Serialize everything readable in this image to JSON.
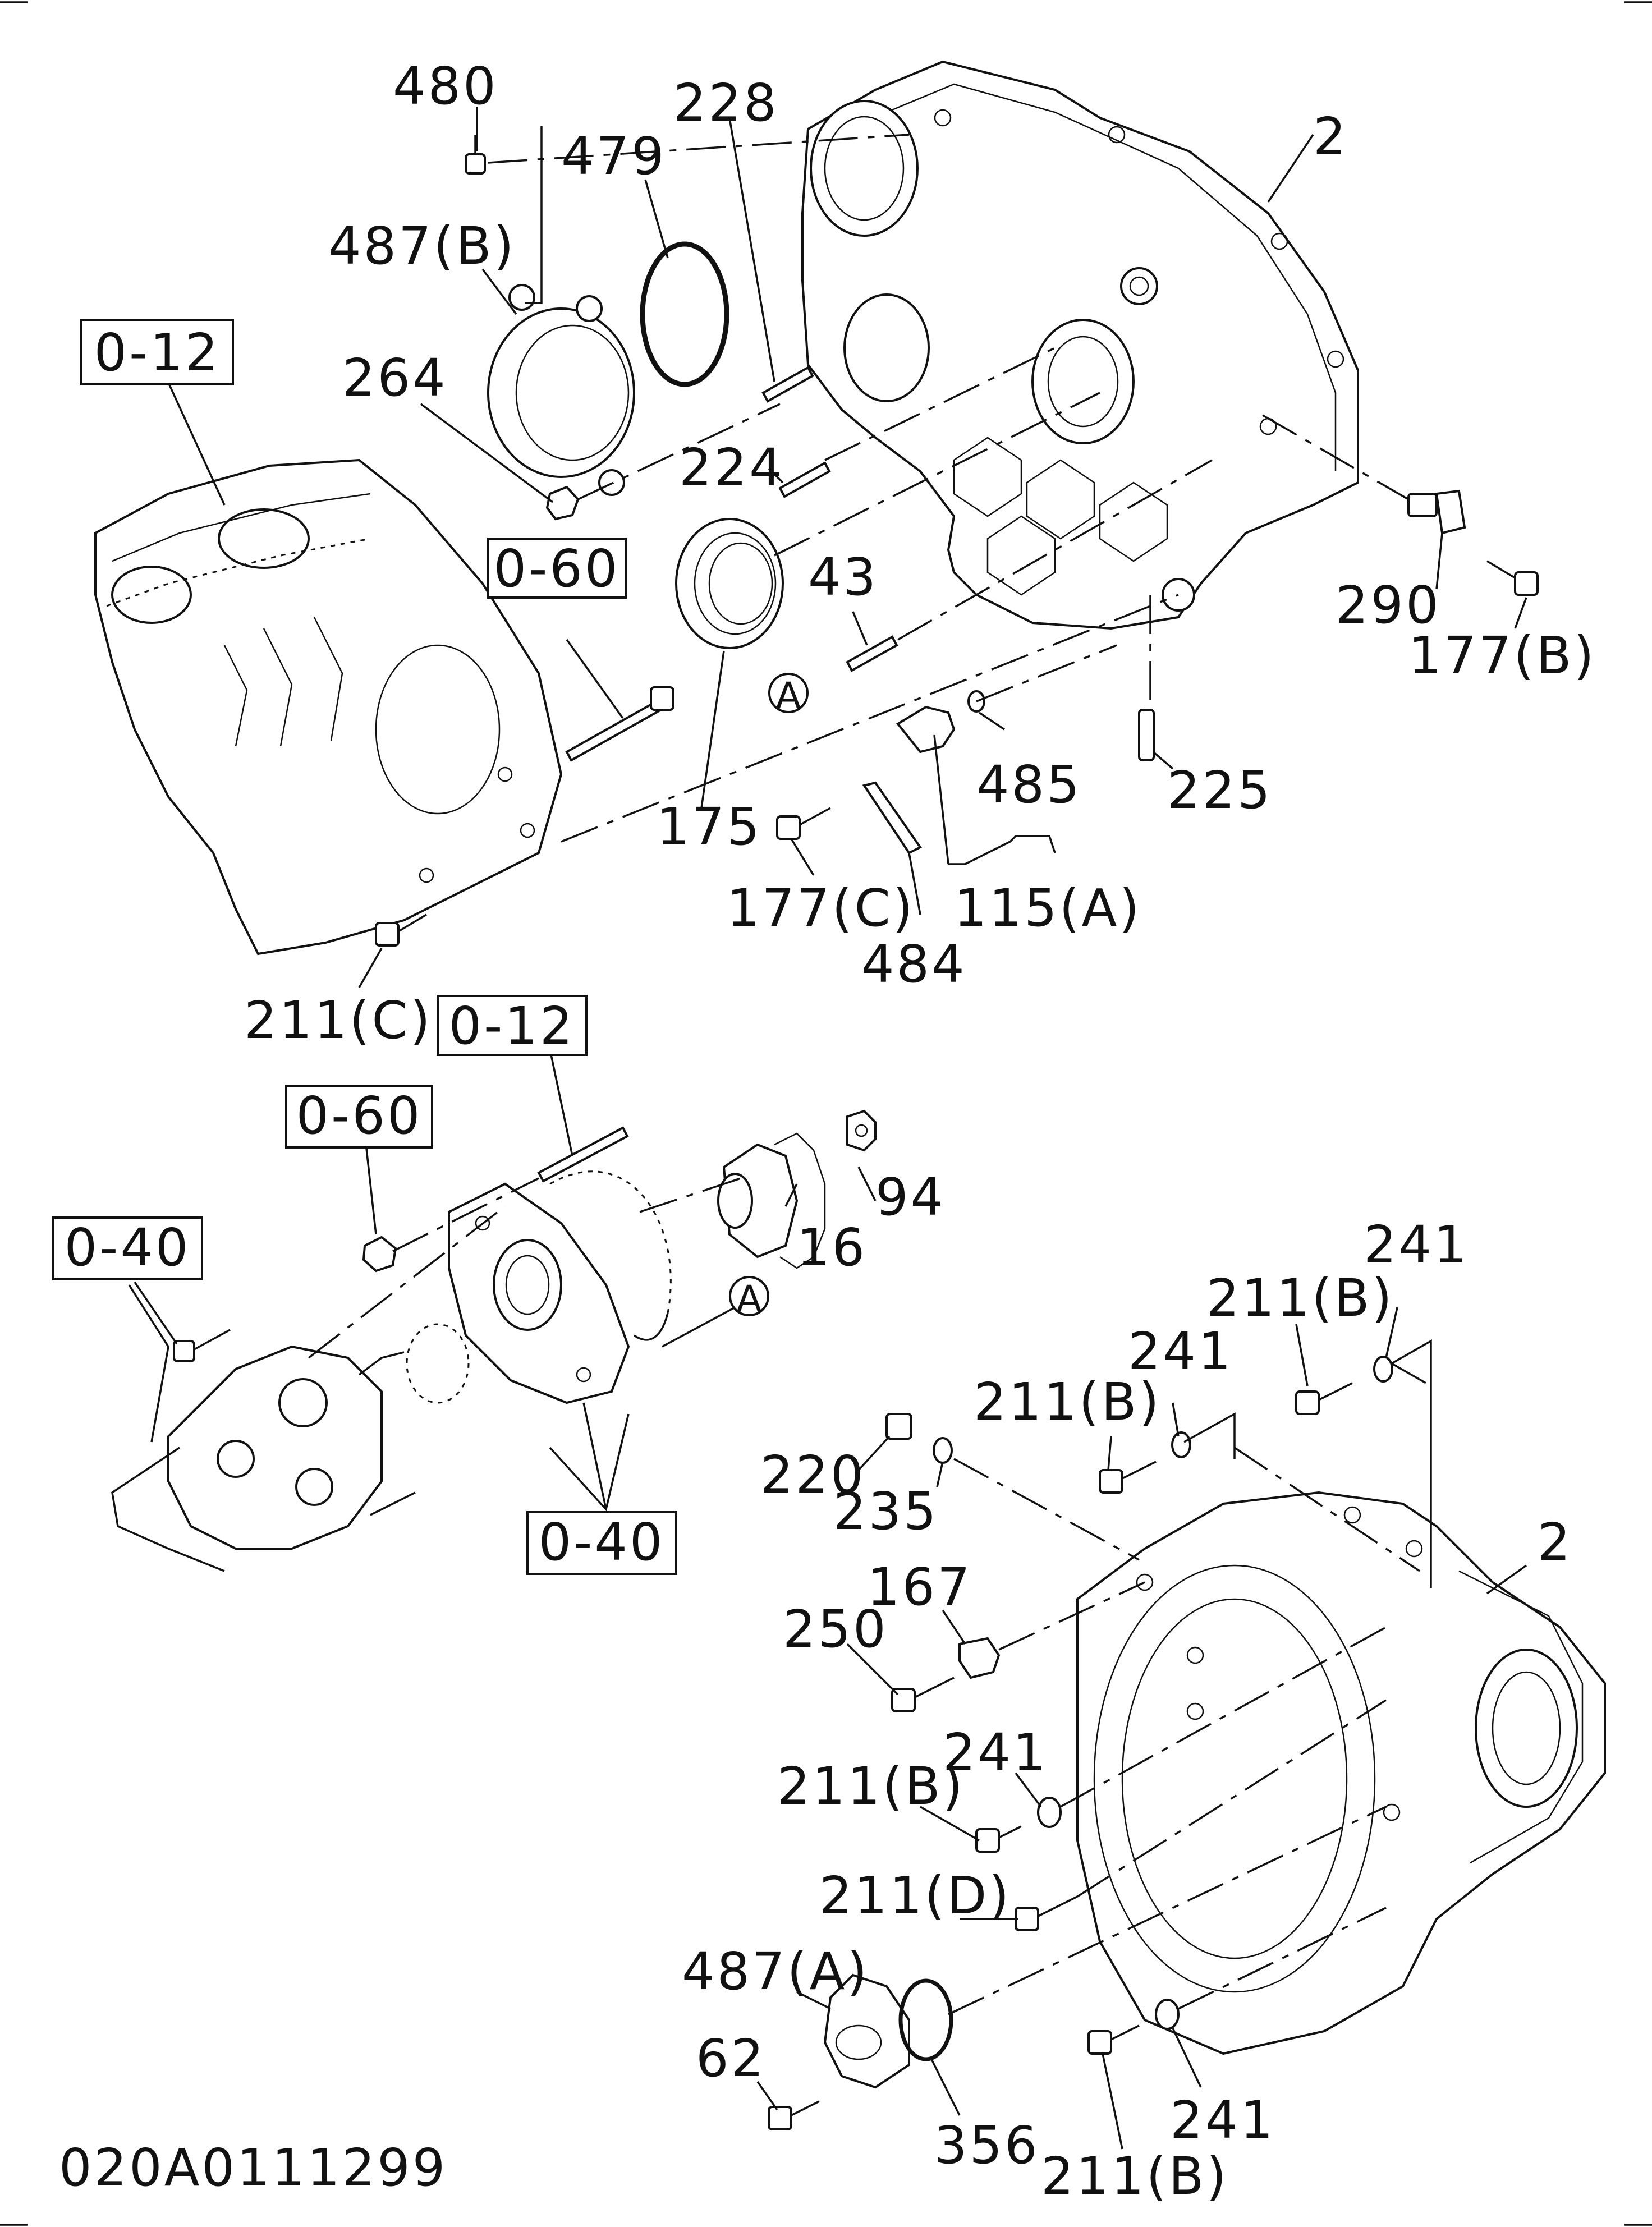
{
  "diagram": {
    "ref_boxes": {
      "r1": "0-12",
      "r2": "0-60",
      "r3": "0-12",
      "r4": "0-60",
      "r5": "0-40",
      "r6": "0-40"
    },
    "callouts": {
      "c480": "480",
      "c228": "228",
      "c479": "479",
      "c2a": "2",
      "c487b": "487(B)",
      "c264": "264",
      "c224": "224",
      "c43": "43",
      "c290": "290",
      "c177b": "177(B)",
      "c485": "485",
      "c225": "225",
      "c175": "175",
      "c177c": "177(C)",
      "c115a": "115(A)",
      "c484": "484",
      "c211c": "211(C)",
      "c94": "94",
      "c16": "16",
      "c241a": "241",
      "c211b1": "211(B)",
      "c241b": "241",
      "c211b2": "211(B)",
      "c220": "220",
      "c235": "235",
      "c2b": "2",
      "c167": "167",
      "c250": "250",
      "c241c": "241",
      "c211b3": "211(B)",
      "c211d": "211(D)",
      "c487a": "487(A)",
      "c62": "62",
      "c356": "356",
      "c211b4": "211(B)",
      "c241d": "241"
    },
    "circle_markers": {
      "m1": "A",
      "m2": "A"
    },
    "drawing_number": "020A0111299"
  }
}
